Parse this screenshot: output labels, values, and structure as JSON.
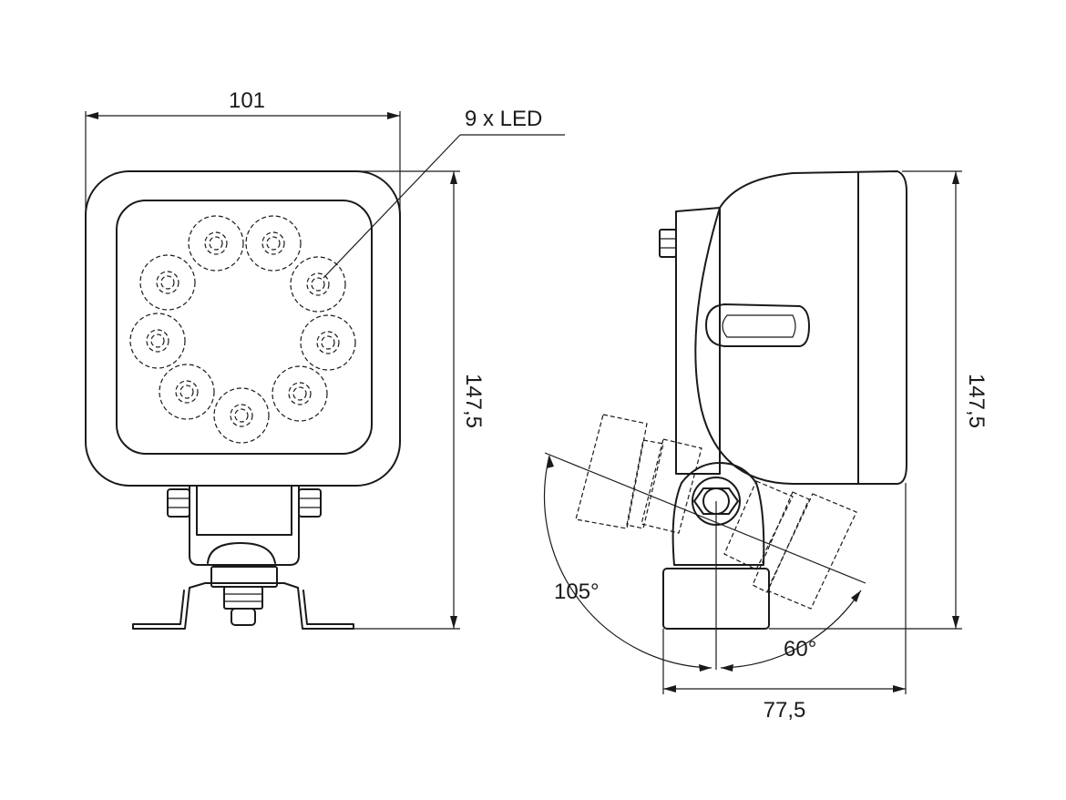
{
  "diagram": {
    "front_view": {
      "width_dimension": "101",
      "height_dimension": "147,5",
      "led_callout": "9 x LED",
      "led_count": 9
    },
    "side_view": {
      "height_dimension": "147,5",
      "depth_dimension": "77,5",
      "tilt_angle_back": "105°",
      "tilt_angle_front": "60°"
    }
  }
}
